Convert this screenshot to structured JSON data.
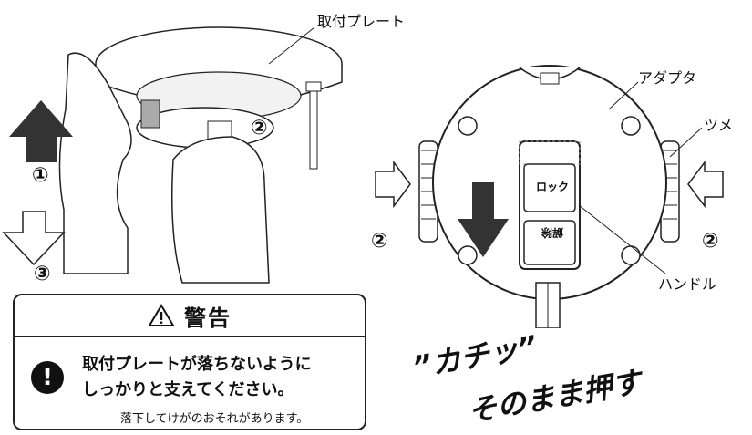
{
  "labels": {
    "mounting_plate": "取付プレート",
    "adapter": "アダプタ",
    "claw": "ツメ",
    "handle": "ハンドル",
    "lock": "ロック",
    "release": "解除"
  },
  "steps": {
    "step1": "①",
    "step2_left": "②",
    "step2_detail": "②",
    "step2_right": "②",
    "step3": "③"
  },
  "warning": {
    "title": "警告",
    "icon": "warning-triangle-icon",
    "main_line1": "取付プレートが落ちないように",
    "main_line2": "しっかりと支えてください。",
    "sub": "落下してけがのおそれがあります。"
  },
  "callout": {
    "sound": "”カチッ”",
    "action": "そのまま押す"
  },
  "colors": {
    "ink": "#111111",
    "shade": "#aaaaaa"
  }
}
